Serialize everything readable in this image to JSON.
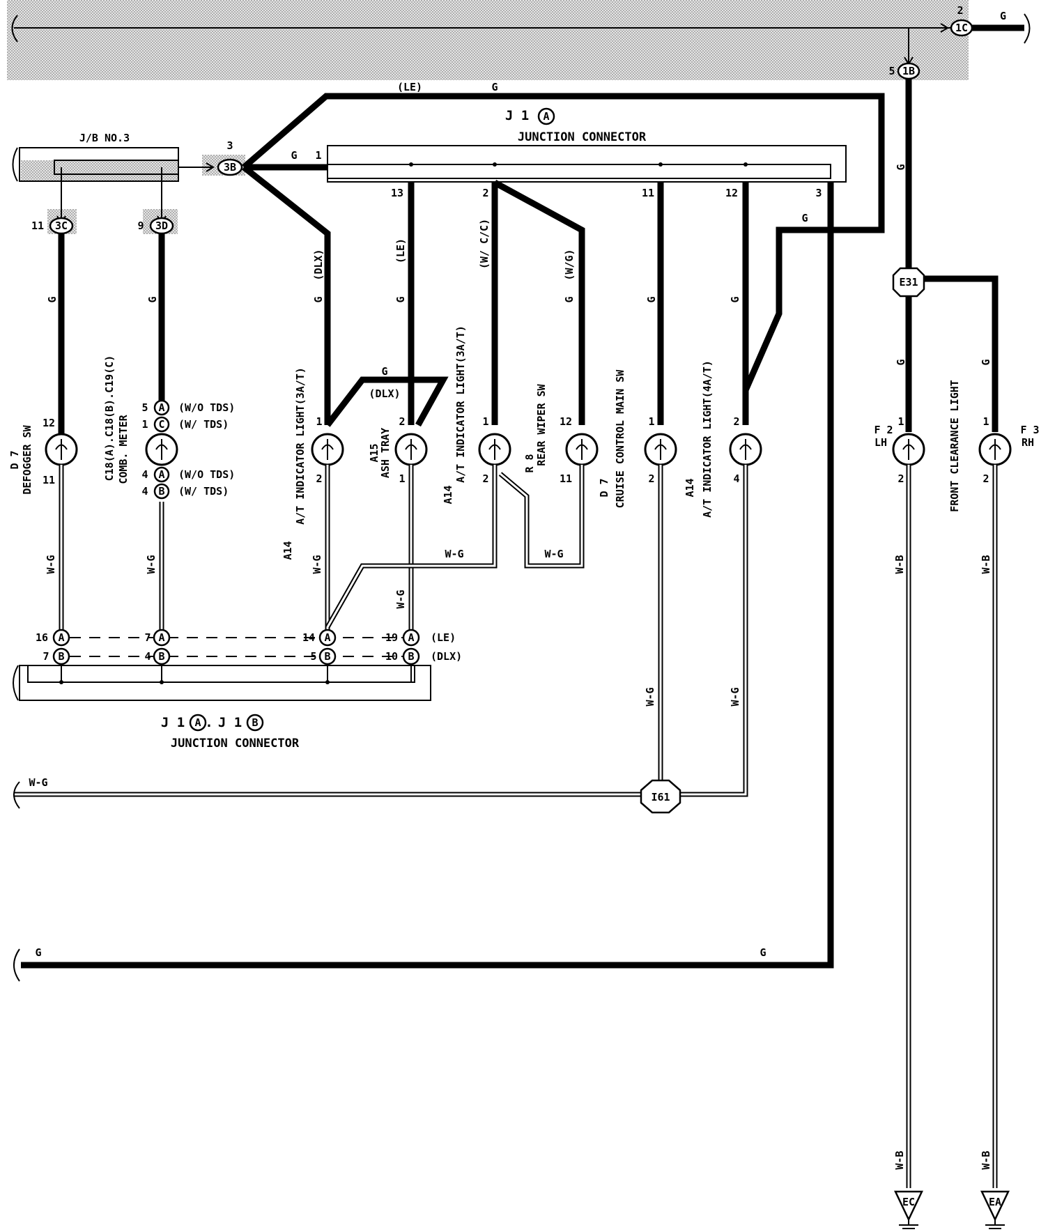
{
  "wire_labels": {
    "g": "G",
    "wg": "W-G",
    "wb": "W-B",
    "le_paren": "(LE)",
    "dlx_paren": "(DLX)",
    "g_le": "(LE)",
    "g_dlx": "(DLX)",
    "g_wcc": "(W/ C/C)",
    "g_wg": "(W/G)"
  },
  "jb": {
    "title": "J/B NO.3",
    "conn_3b": "3B",
    "conn_3c": "3C",
    "conn_3d": "3D",
    "pin_3": "3",
    "pin_11": "11",
    "pin_9": "9"
  },
  "top_connectors": {
    "c1c": "1C",
    "c1b": "1B",
    "pin_2": "2",
    "pin_5": "5"
  },
  "j1a": {
    "code": "J 1",
    "badge": "A",
    "title": "JUNCTION CONNECTOR",
    "pins": [
      "1",
      "13",
      "2",
      "11",
      "12",
      "3"
    ]
  },
  "junction_bottom": {
    "code_a": "J 1",
    "badge_a": "A",
    "sep": ".",
    "code_b": "J 1",
    "badge_b": "B",
    "title": "JUNCTION CONNECTOR",
    "row_a_pins": [
      "16",
      "7",
      "14",
      "19"
    ],
    "row_b_pins": [
      "7",
      "4",
      "5",
      "10"
    ],
    "row_a_note": "(LE)",
    "row_b_note": "(DLX)"
  },
  "components": [
    {
      "code": "D 7",
      "name": "DEFOGGER SW",
      "pin_top": "12",
      "pin_bot": "11"
    },
    {
      "code": "C18(A).C18(B).C19(C)",
      "name": "COMB. METER"
    },
    {
      "code": "A14",
      "name": "A/T INDICATOR LIGHT(3A/T)",
      "pin_top": "1",
      "pin_bot": "2"
    },
    {
      "code": "A15",
      "name": "ASH TRAY",
      "pin_top": "2",
      "pin_bot": "1"
    },
    {
      "code": "A14",
      "name": "A/T INDICATOR LIGHT(3A/T)",
      "pin_top": "1",
      "pin_bot": "2"
    },
    {
      "code": "R 8",
      "name": "REAR WIPER SW",
      "pin_top": "12",
      "pin_bot": "11"
    },
    {
      "code": "D 7",
      "name": "CRUISE CONTROL MAIN SW",
      "pin_top": "1",
      "pin_bot": "2"
    },
    {
      "code": "A14",
      "name": "A/T INDICATOR LIGHT(4A/T)",
      "pin_top": "2",
      "pin_bot": "4"
    },
    {
      "code": "F 2",
      "name": "LH",
      "pin_top": "1",
      "pin_bot": "2"
    },
    {
      "code": "F 3",
      "name": "RH",
      "pin_top": "1",
      "pin_bot": "2"
    }
  ],
  "meter_pins": [
    {
      "num": "5",
      "badge": "A",
      "note": "(W/O TDS)"
    },
    {
      "num": "1",
      "badge": "C",
      "note": "(W/ TDS)"
    },
    {
      "num": "4",
      "badge": "A",
      "note": "(W/O TDS)"
    },
    {
      "num": "4",
      "badge": "B",
      "note": "(W/ TDS)"
    }
  ],
  "front_clearance": "FRONT CLEARANCE LIGHT",
  "splices": {
    "e31": "E31",
    "i61": "I61"
  },
  "grounds": {
    "ec": "EC",
    "ea": "EA"
  },
  "colors": {
    "ink": "#000000",
    "shade": "#d0d0d0",
    "paper": "#ffffff"
  }
}
